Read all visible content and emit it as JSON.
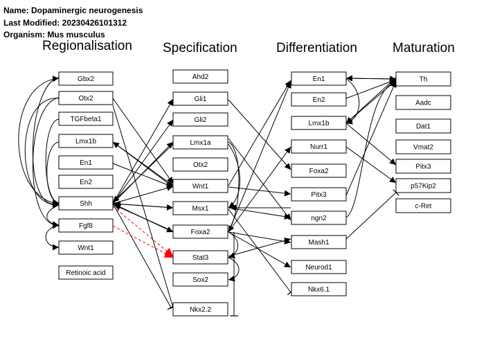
{
  "pathway": {
    "name_line": "Name: Dopaminergic neurogenesis",
    "modified_line": "Last Modified: 20230426101312",
    "organism_line": "Organism: Mus musculus"
  },
  "stages": [
    "Regionalisation",
    "Specification",
    "Differentiation",
    "Maturation"
  ],
  "nodes": {
    "gbx2": "Gbx2",
    "otx2_r": "Otx2",
    "tgfbeta1": "TGFbeta1",
    "lmx1b_r": "Lmx1b",
    "en1_r": "En1",
    "en2_r": "En2",
    "shh": "Shh",
    "fgf8": "Fgf8",
    "wnt1_r": "Wnt1",
    "retinoic": "Retinoic acid",
    "ahd2": "Ahd2",
    "gli1": "Gli1",
    "gli2": "Gli2",
    "lmx1a": "Lmx1a",
    "otx2_s": "Otx2",
    "wnt1_s": "Wnt1",
    "msx1": "Msx1",
    "foxa2_s": "Foxa2",
    "stat3": "Stat3",
    "sox2": "Sox2",
    "nkx22": "Nkx2.2",
    "en1_d": "En1",
    "en2_d": "En2",
    "lmx1b_d": "Lmx1b",
    "nurr1": "Nurr1",
    "foxa2_d": "Foxa2",
    "pitx3_d": "Pitx3",
    "ngn2": "ngn2",
    "mash1": "Mash1",
    "neurod1": "Neurod1",
    "nkx61": "Nkx6.1",
    "th": "Th",
    "aadc": "Aadc",
    "dat1": "Dat1",
    "vmat2": "Vmat2",
    "pitx3_m": "Pitx3",
    "p57kip2": "p57Kip2",
    "cret": "c-Ret"
  },
  "colors": {
    "line": "#000000",
    "inhibition_dashed": "#ff0000"
  }
}
